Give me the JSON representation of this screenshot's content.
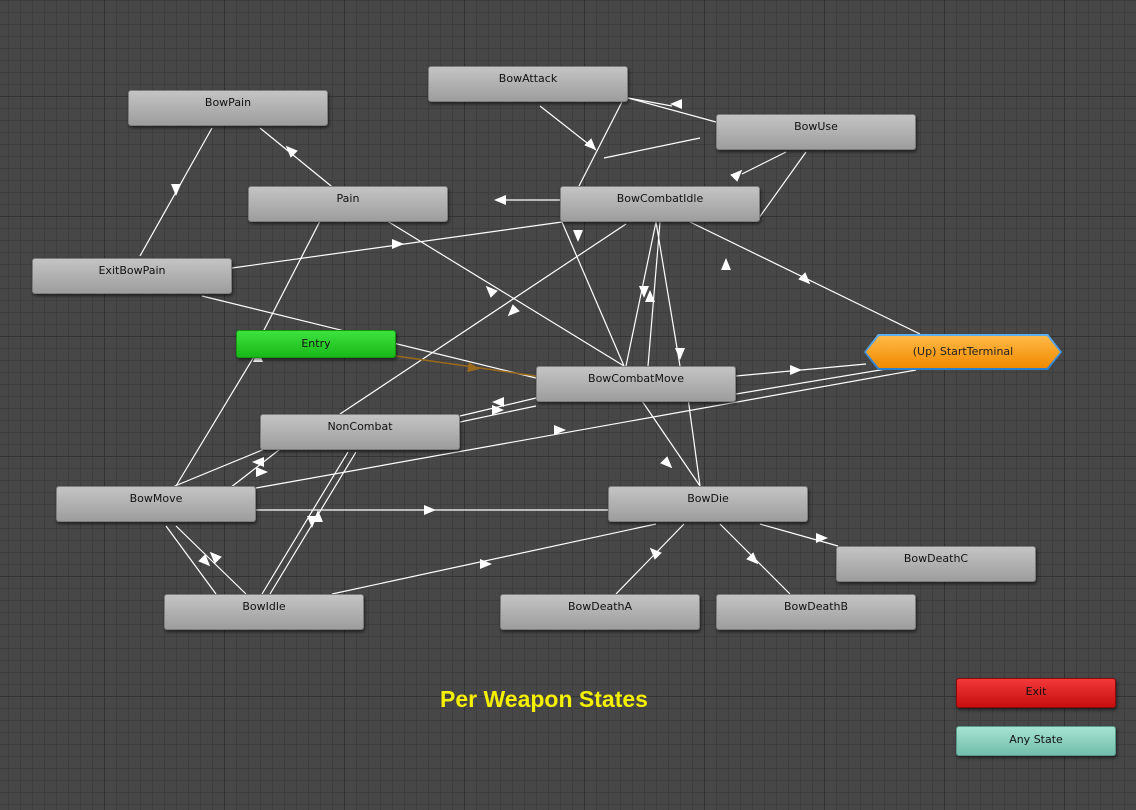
{
  "graph_title": "Per Weapon States",
  "states": {
    "bow_attack": "BowAttack",
    "bow_pain": "BowPain",
    "bow_use": "BowUse",
    "pain": "Pain",
    "bow_combat_idle": "BowCombatIdle",
    "exit_bow_pain": "ExitBowPain",
    "entry": "Entry",
    "bow_combat_move": "BowCombatMove",
    "start_terminal": "(Up) StartTerminal",
    "non_combat": "NonCombat",
    "bow_move": "BowMove",
    "bow_die": "BowDie",
    "bow_death_c": "BowDeathC",
    "bow_idle": "BowIdle",
    "bow_death_a": "BowDeathA",
    "bow_death_b": "BowDeathB",
    "exit": "Exit",
    "any_state": "Any State"
  },
  "colors": {
    "transition": "#ffffff",
    "entry_transition": "#9a6a1a",
    "entry_node": "#22cc22",
    "exit_node": "#dd1c1c",
    "any_state_node": "#8fd3c0",
    "terminal_node": "#f7a11e",
    "title": "#f5f000"
  }
}
